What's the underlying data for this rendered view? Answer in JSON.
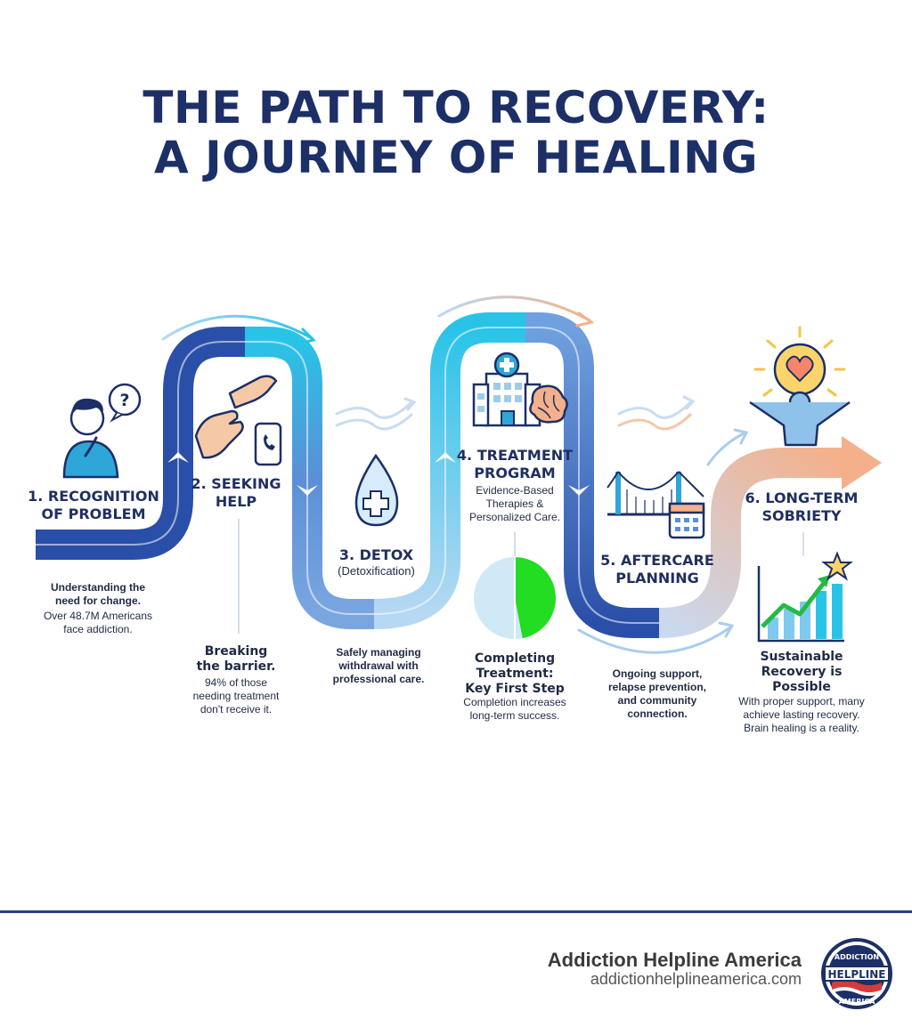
{
  "title": {
    "line1": "THE PATH TO RECOVERY:",
    "line2": "A JOURNEY OF HEALING"
  },
  "stages": [
    {
      "heading": "1. RECOGNITION\nOF PROBLEM",
      "detail_bold": "Understanding the\nneed for change.",
      "detail": "Over 48.7M Americans\nface addiction."
    },
    {
      "heading": "2. SEEKING\nHELP",
      "detail_bold": "Breaking\nthe barrier.",
      "detail": "94% of those\nneeding treatment\ndon't receive it."
    },
    {
      "heading": "3. DETOX",
      "subheading": "(Detoxification)",
      "detail_bold": "Safely managing\nwithdrawal with\nprofessional care."
    },
    {
      "heading": "4. TREATMENT\nPROGRAM",
      "subheading": "Evidence-Based\nTherapies &\nPersonalized Care.",
      "detail_bold": "Completing\nTreatment:\nKey First Step",
      "detail": "Completion increases\nlong-term success."
    },
    {
      "heading": "5. AFTERCARE\nPLANNING",
      "detail_bold": "Ongoing support,\nrelapse prevention,\nand community\nconnection."
    },
    {
      "heading": "6. LONG-TERM\nSOBRIETY",
      "detail_bold": "Sustainable\nRecovery is\nPossible",
      "detail": "With proper support, many\nachieve lasting recovery.\nBrain healing is a reality."
    }
  ],
  "completion_pie": {
    "slices": [
      {
        "share": 0.47,
        "color": "#22dd22"
      },
      {
        "share": 0.53,
        "color": "#cfe9f7"
      }
    ]
  },
  "footer": {
    "brand": "Addiction Helpline America",
    "url": "addictionhelplineamerica.com",
    "badge_top": "ADDICTION",
    "badge_middle": "HELPLINE",
    "badge_bottom": "AMERICA"
  },
  "colors": {
    "navy": "#1c2f66",
    "dark_blue": "#2a4fa8",
    "mid_blue": "#5b8fd6",
    "light_blue": "#a9cdee",
    "cyan": "#29c3e8",
    "peach": "#f4b08a",
    "green": "#22dd22"
  }
}
